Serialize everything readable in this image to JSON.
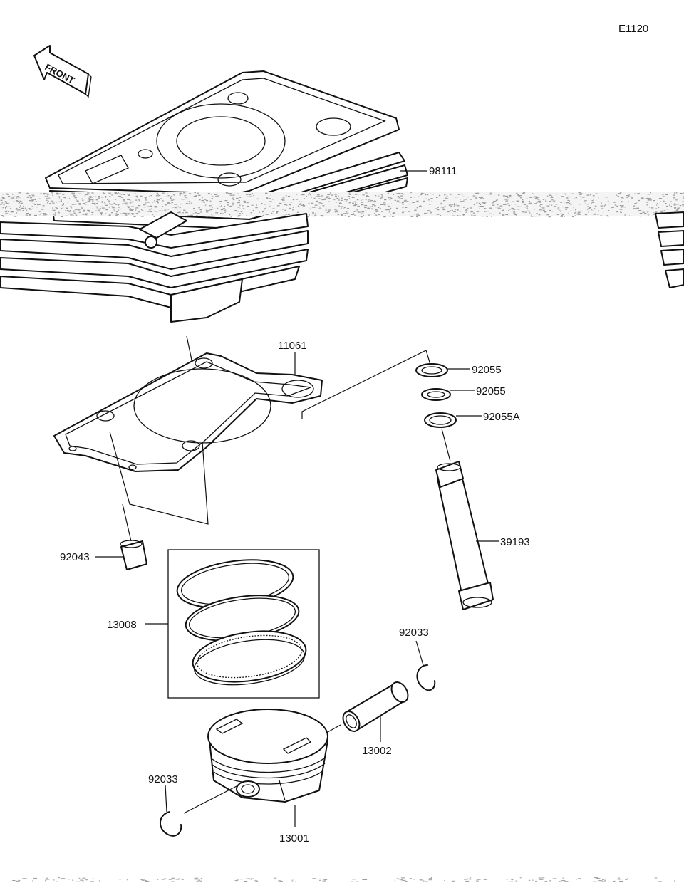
{
  "diagram_code": "E1120",
  "front_label": "FRONT",
  "parts": {
    "p98111": "98111",
    "p11061": "11061",
    "p92055_a": "92055",
    "p92055_b": "92055",
    "p92055A": "92055A",
    "p39193": "39193",
    "p92043": "92043",
    "p13008": "13008",
    "p92033_a": "92033",
    "p13002": "13002",
    "p92033_b": "92033",
    "p13001": "13001"
  }
}
